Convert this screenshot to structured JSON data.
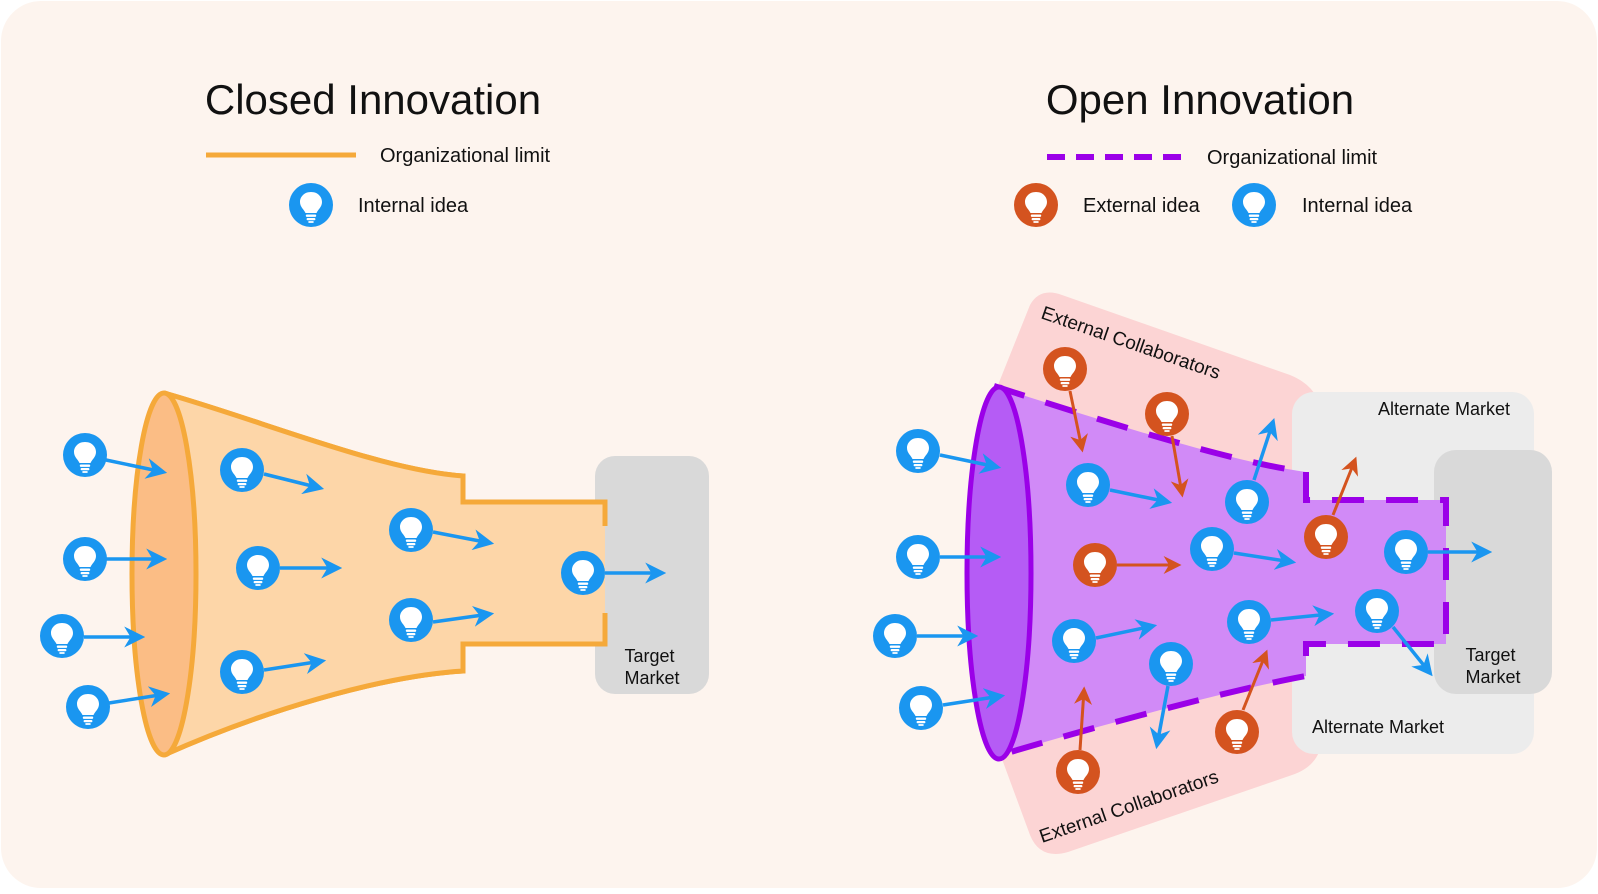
{
  "closed": {
    "title": "Closed Innovation",
    "legend_limit": "Organizational limit",
    "legend_internal": "Internal idea",
    "target_market": [
      "Target",
      "Market"
    ]
  },
  "open": {
    "title": "Open Innovation",
    "legend_limit": "Organizational limit",
    "legend_external": "External idea",
    "legend_internal": "Internal idea",
    "external_collaborators_top": "External Collaborators",
    "external_collaborators_bottom": "External Collaborators",
    "alternate_market_top": "Alternate Market",
    "alternate_market_bottom": "Alternate Market",
    "target_market": [
      "Target",
      "Market"
    ]
  },
  "colors": {
    "background": "#fdf4ee",
    "closed_stroke": "#f5a93a",
    "closed_fill": "#fdd6a8",
    "closed_mouth": "#fbbd85",
    "open_stroke": "#9b00e8",
    "open_fill": "#d18af7",
    "open_mouth": "#b55cf5",
    "internal_idea": "#1a96f0",
    "external_idea": "#d4531f",
    "collaborators_zone": "#fcd4d4",
    "alternate_zone": "#ececec",
    "target_zone": "#d9d9d9"
  },
  "icons": {
    "internal": "lightbulb-icon",
    "external": "lightbulb-icon"
  }
}
